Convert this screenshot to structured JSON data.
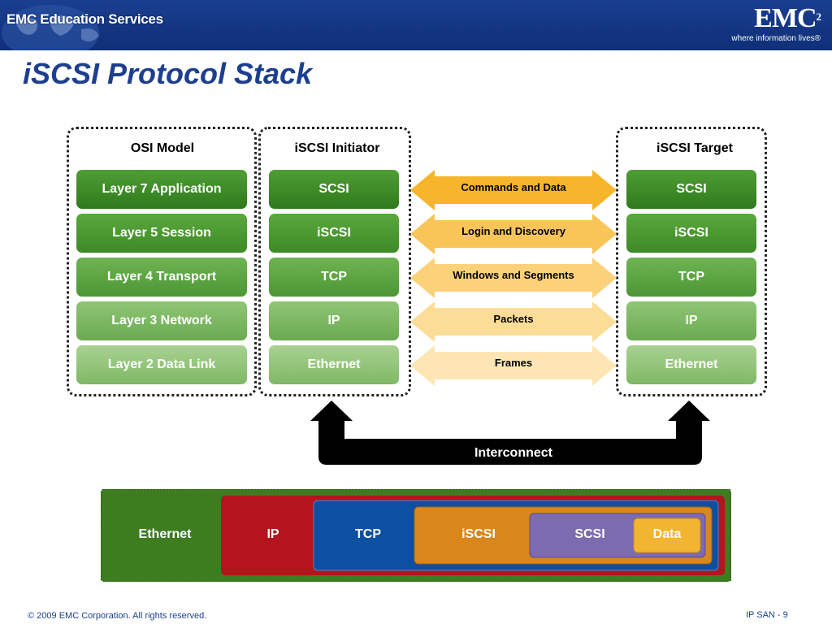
{
  "header": {
    "edu_text": "EMC Education Services",
    "emc_logo": "EMC",
    "emc_logo_sup": "2",
    "emc_tagline": "where information lives®"
  },
  "title": "iSCSI Protocol Stack",
  "osi": {
    "heading": "OSI Model",
    "layers": [
      "Layer 7 Application",
      "Layer 5 Session",
      "Layer 4 Transport",
      "Layer 3 Network",
      "Layer 2 Data Link"
    ]
  },
  "initiator": {
    "heading": "iSCSI Initiator",
    "layers": [
      "SCSI",
      "iSCSI",
      "TCP",
      "IP",
      "Ethernet"
    ]
  },
  "target": {
    "heading": "iSCSI Target",
    "layers": [
      "SCSI",
      "iSCSI",
      "TCP",
      "IP",
      "Ethernet"
    ]
  },
  "arrows": [
    "Commands and Data",
    "Login and Discovery",
    "Windows and Segments",
    "Packets",
    "Frames"
  ],
  "interconnect": "Interconnect",
  "encapsulation": [
    "Ethernet",
    "IP",
    "TCP",
    "iSCSI",
    "SCSI",
    "Data"
  ],
  "colors": {
    "header_blue": "#1a3f8f",
    "title_blue": "#1d3f8e",
    "layer_green": "#3d8a26",
    "arrow_orange": "#f5a623",
    "ethernet_green": "#3d7d20",
    "ip_red": "#b3141d",
    "tcp_blue": "#0d4fa0",
    "iscsi_orange": "#d9861c",
    "scsi_purple": "#7d6bb0",
    "data_yellow": "#f2b531"
  },
  "footer": {
    "copyright": "© 2009 EMC Corporation. All rights reserved.",
    "page": "IP SAN - 9"
  }
}
